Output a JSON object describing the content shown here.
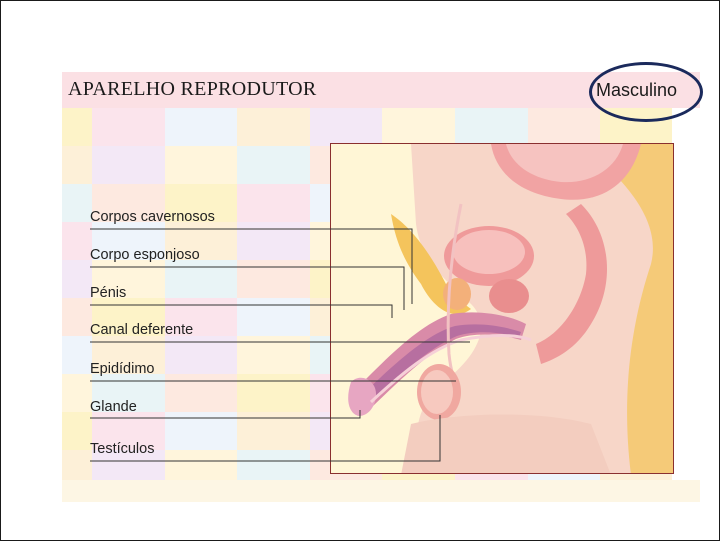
{
  "header": {
    "title": "APARELHO REPRODUTOR",
    "badge": "Masculino"
  },
  "labels": [
    "Corpos cavernosos",
    "Corpo esponjoso",
    "Pénis",
    "Canal deferente",
    "Epidídimo",
    "Glande",
    "Testículos"
  ],
  "colors": {
    "header_band": "#fbe0e4",
    "badge_border": "#1b2a5c",
    "panel_border": "#8a2f2f",
    "leader_line": "#333333"
  }
}
